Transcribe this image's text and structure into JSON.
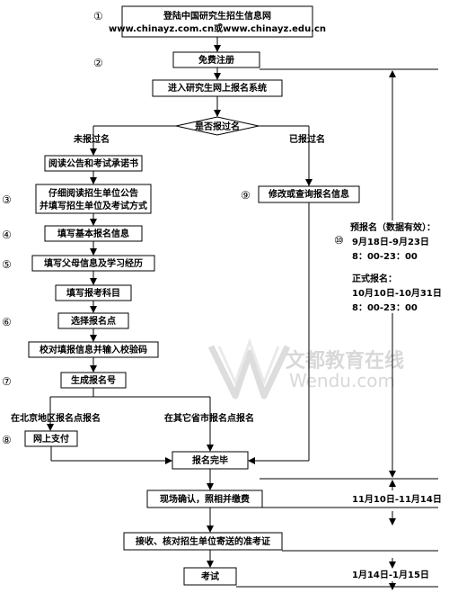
{
  "steps": {
    "s1_line1": "登陆中国研究生招生信息网",
    "s1_line2": "www.chinayz.com.cn或www.chinayz.edu.cn",
    "s2": "免费注册",
    "s3": "进入研究生网上报名系统",
    "decision": "是否报过名",
    "branch_no": "未报过名",
    "branch_yes": "已报过名",
    "s_read": "阅读公告和考试承诺书",
    "s_detail_line1": "仔细阅读招生单位公告",
    "s_detail_line2": "并填写招生单位及考试方式",
    "s_basic": "填写基本报名信息",
    "s_parents": "填写父母信息及学习经历",
    "s_subjects": "填写报考科目",
    "s_site": "选择报名点",
    "s_verify": "校对填报信息并输入校验码",
    "s_number": "生成报名号",
    "s_modify": "修改或查询报名信息",
    "branch_beijing": "在北京地区报名点报名",
    "branch_other": "在其它省市报名点报名",
    "s_pay": "网上支付",
    "s_done": "报名完毕",
    "s_confirm": "现场确认，照相并缴费",
    "s_admission": "接收、核对招生单位寄送的准考证",
    "s_exam": "考试"
  },
  "markers": {
    "m1": "①",
    "m2": "②",
    "m3": "③",
    "m4": "④",
    "m5": "⑤",
    "m6": "⑥",
    "m7": "⑦",
    "m8": "⑧",
    "m9": "⑨",
    "m10": "⑩"
  },
  "timeline": {
    "pre_title": "预报名（数据有效）：",
    "pre_dates": "9月18日-9月23日",
    "pre_time": "8：00-23：00",
    "formal_title": "正式报名：",
    "formal_dates": "10月10日-10月31日",
    "formal_time": "8：00-23：00",
    "confirm_dates": "11月10日-11月14日",
    "exam_dates": "1月14日-1月15日"
  },
  "watermark": {
    "cn": "文都教育在线",
    "en": "Wendu.com"
  }
}
